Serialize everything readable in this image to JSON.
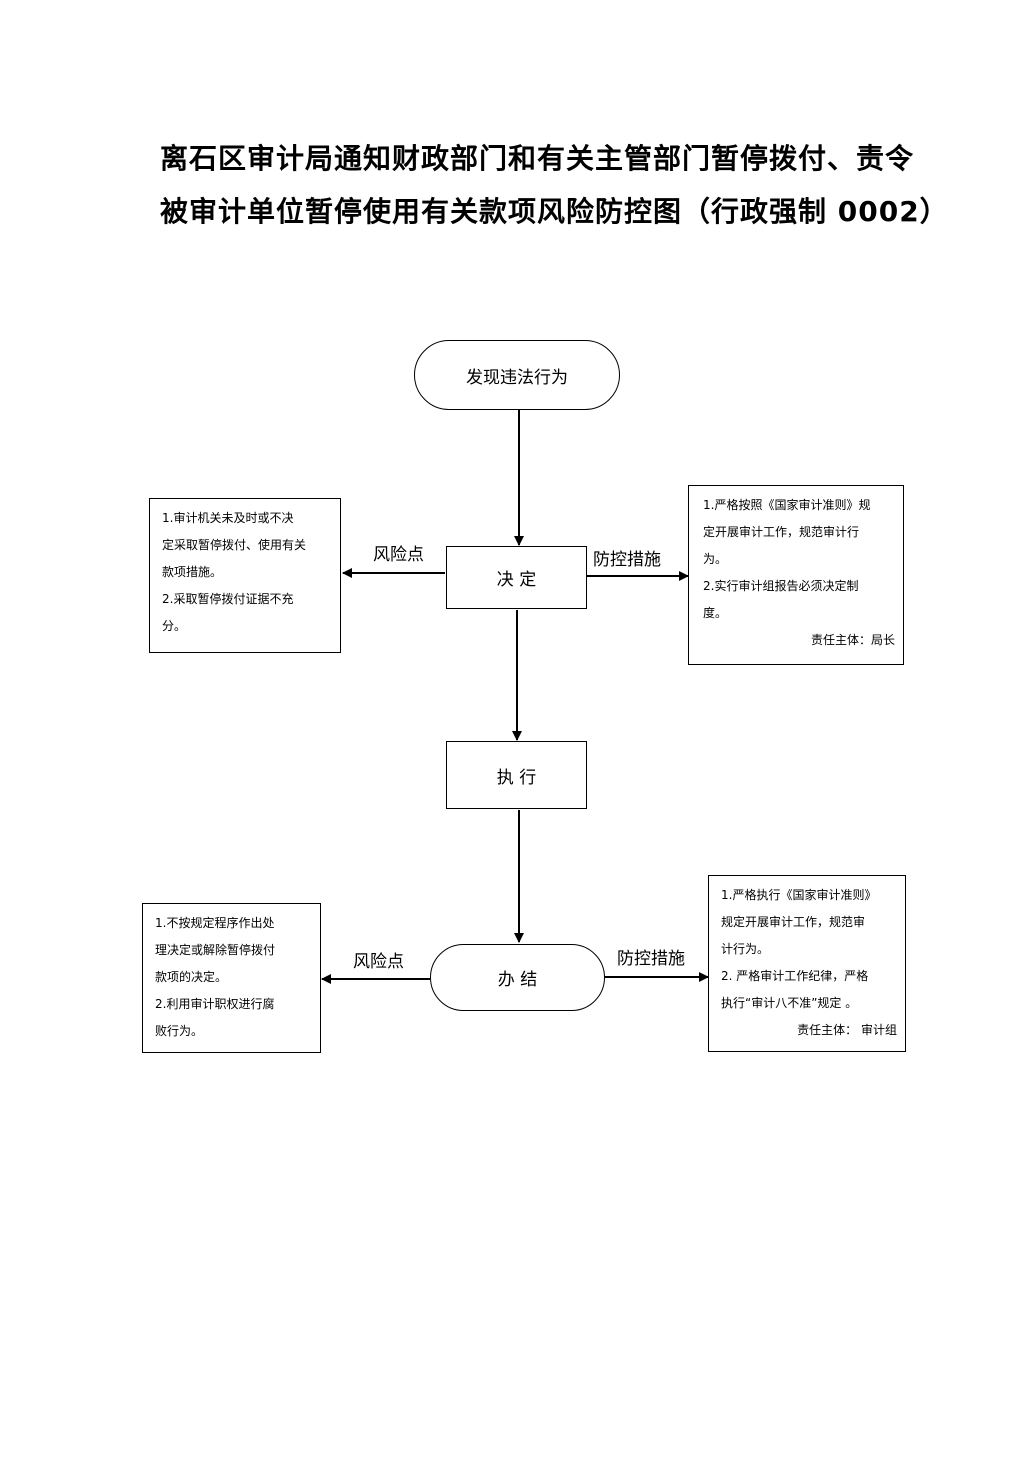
{
  "title": {
    "line1": "离石区审计局通知财政部门和有关主管部门暂停拨付、责令",
    "line2": "被审计单位暂停使用有关款项风险防控图（行政强制 0002）"
  },
  "nodes": {
    "start": "发现违法行为",
    "decide": "决  定",
    "execute": "执  行",
    "conclude": "办  结"
  },
  "edge_labels": {
    "risk_point_1": "风险点",
    "control_1": "防控措施",
    "risk_point_2": "风险点",
    "control_2": "防控措施"
  },
  "risk_box_1": {
    "line1": "1.审计机关未及时或不决",
    "line2": "定采取暂停拨付、使用有关",
    "line3": "款项措施。",
    "line4": "2.采取暂停拨付证据不充",
    "line5": "分。"
  },
  "control_box_1": {
    "line1": "1.严格按照《国家审计准则》规",
    "line2": "定开展审计工作，规范审计行",
    "line3": "为。",
    "line4": "2.实行审计组报告必须决定制",
    "line5": "度。",
    "responsible": "责任主体：局长"
  },
  "risk_box_2": {
    "line1": "1.不按规定程序作出处",
    "line2": "理决定或解除暂停拨付",
    "line3": "款项的决定。",
    "line4": "2.利用审计职权进行腐",
    "line5": "败行为。"
  },
  "control_box_2": {
    "line1": "1.严格执行《国家审计准则》",
    "line2": "规定开展审计工作，规范审",
    "line3": "计行为。",
    "line4": "2. 严格审计工作纪律，严格",
    "line5": "执行“审计八不准”规定 。",
    "responsible": "责任主体： 审计组"
  }
}
